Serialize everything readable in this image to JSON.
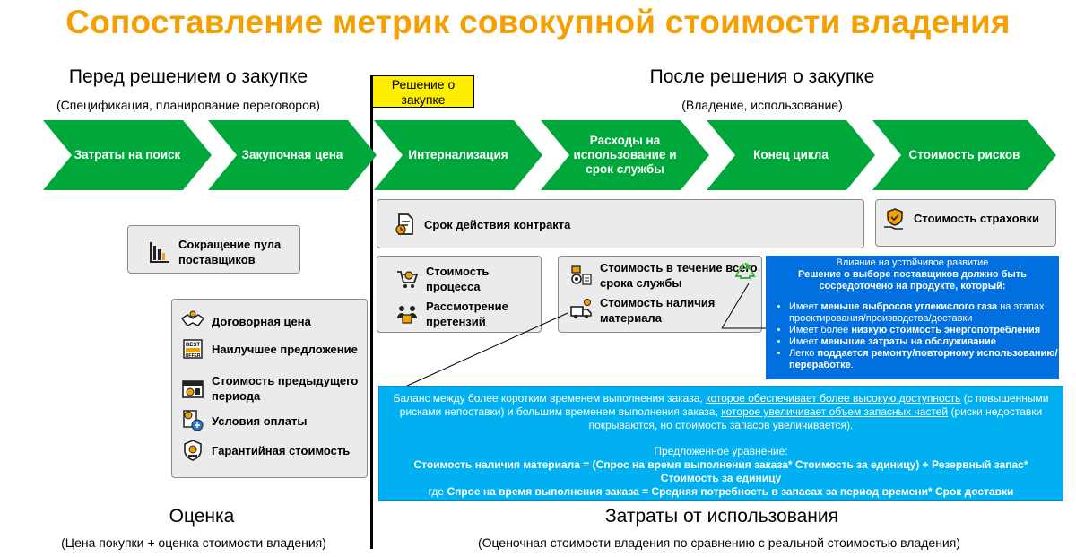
{
  "title": "Сопоставление метрик совокупной стоимости владения",
  "phases": {
    "before": {
      "title": "Перед решением о закупке",
      "subtitle": "(Спецификация, планирование переговоров)"
    },
    "after": {
      "title": "После решения о закупке",
      "subtitle": "(Владение, использование)"
    },
    "decision": "Решение о закупке",
    "evaluation": {
      "title": "Оценка",
      "subtitle": "(Цена покупки + оценка стоимости владения)"
    },
    "usage": {
      "title": "Затраты от использования",
      "subtitle": "(Оценочная стоимости владения по сравнению с реальной стоимостью владения)"
    }
  },
  "arrows": [
    "Затраты на поиск",
    "Закупочная цена",
    "Интернализация",
    "Расходы на использование и срок службы",
    "Конец цикла",
    "Стоимость рисков"
  ],
  "boxes": {
    "supplier_pool": "Сокращение пула поставщиков",
    "contract": "Срок действия контракта",
    "insurance": "Стоимость страховки",
    "process_cost": "Стоимость процесса",
    "claims": "Рассмотрение претензий",
    "lifetime_cost": "Стоимость в течение всего срока службы",
    "availability_cost": "Стоимость наличия материала",
    "evaluation_list": [
      "Договорная цена",
      "Наилучшее предложение",
      "Стоимость предыдущего периода",
      "Условия оплаты",
      "Гарантийная стоимость"
    ]
  },
  "sustainability": {
    "heading": "Влияние на устойчивое развитие",
    "lead": "Решение о выборе поставщиков должно быть сосредоточено на продукте, который:",
    "bullets": [
      {
        "pre": "Имеет ",
        "bold": "меньше выбросов углекислого газа",
        "post": " на этапах проектирования/производства/доставки"
      },
      {
        "pre": "Имеет более ",
        "bold": "низкую стоимость энергопотребления",
        "post": ""
      },
      {
        "pre": "Имеет ",
        "bold": "меньшие затраты на обслуживание",
        "post": ""
      },
      {
        "pre": "Легко ",
        "bold": "поддается ремонту/повторному использованию/переработке",
        "post": "."
      }
    ]
  },
  "balance": {
    "p1a": "Баланс между более коротким временем выполнения заказа, ",
    "p1b": "которое обеспечивает более высокую доступность",
    "p1c": " (с повышенными рисками непоставки) и большим временем выполнения заказа, ",
    "p1d": "которое увеличивает объем запасных частей",
    "p1e": " (риски недоставки покрываются, но стоимость запасов увеличивается).",
    "eq_title": "Предложенное уравнение:",
    "eq1": "Стоимость наличия материала = (Спрос на время выполнения заказа* Стоимость за единицу) + Резервный запас* Стоимость за единицу",
    "eq2a": "где ",
    "eq2b": "Спрос на время выполнения заказа = Средняя потребность в запасах за период времени* Срок доставки"
  },
  "colors": {
    "title": "#f5a000",
    "arrow": "#00a83c",
    "decision": "#ffee00",
    "balance_bg": "#00b0f0",
    "sustain_bg": "#0070e0",
    "box_bg": "#ebebeb"
  }
}
